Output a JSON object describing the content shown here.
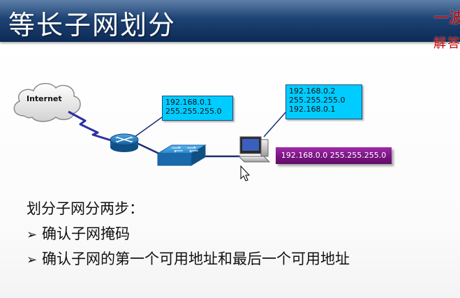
{
  "slide": {
    "title": "等长子网划分",
    "side_labels": [
      "一波",
      "解答"
    ]
  },
  "diagram": {
    "internet_label": "Internet",
    "router_box": [
      "192.168.0.1",
      "255.255.255.0"
    ],
    "pc_box": [
      "192.168.0.2",
      "255.255.255.0",
      "192.168.0.1"
    ],
    "network_label": "192.168.0.0 255.255.255.0",
    "colors": {
      "info_box": "#00ccff",
      "network_label": "#7a1483",
      "router": "#1d7fc2",
      "switch": "#1f83c8",
      "lightning": "#2b2fa6",
      "title_bar": "#1d4274",
      "side_label": "#c00000"
    }
  },
  "steps": {
    "heading": "划分子网分两步：",
    "bullet_glyph": "➢",
    "items": [
      "确认子网掩码",
      "确认子网的第一个可用地址和最后一个可用地址"
    ]
  }
}
